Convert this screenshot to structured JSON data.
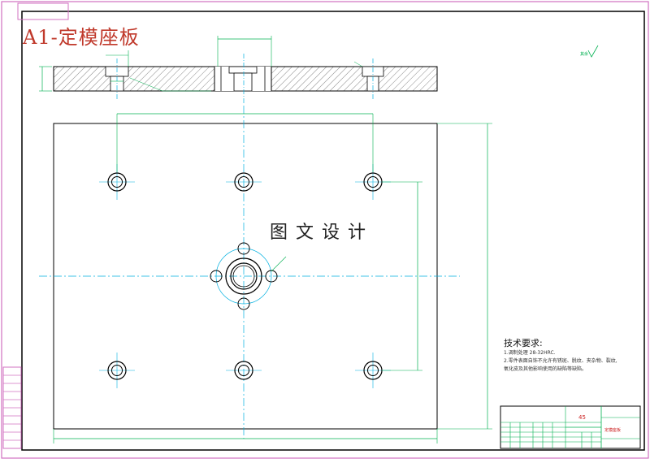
{
  "drawing": {
    "title": "A1-定模座板",
    "watermark": "图文设计",
    "roughness_note": "其余",
    "tech_requirements": {
      "heading": "技术要求:",
      "lines": [
        "1.调制处理 28-32HRC.",
        "2.零件表面自饰不允许有锈斑、脱纹、夹杂物、裂纹,",
        "氧化皮及其他影响使用的缺陷等缺陷。"
      ]
    },
    "title_block": {
      "material": "45",
      "part_name": "定模座板"
    }
  },
  "colors": {
    "border": "#000000",
    "frame_pink": "#d070c0",
    "part_outline": "#000000",
    "centerline": "#00b0e0",
    "dimension": "#00b050",
    "hatch": "#444444",
    "annotation": "#cc2222"
  }
}
